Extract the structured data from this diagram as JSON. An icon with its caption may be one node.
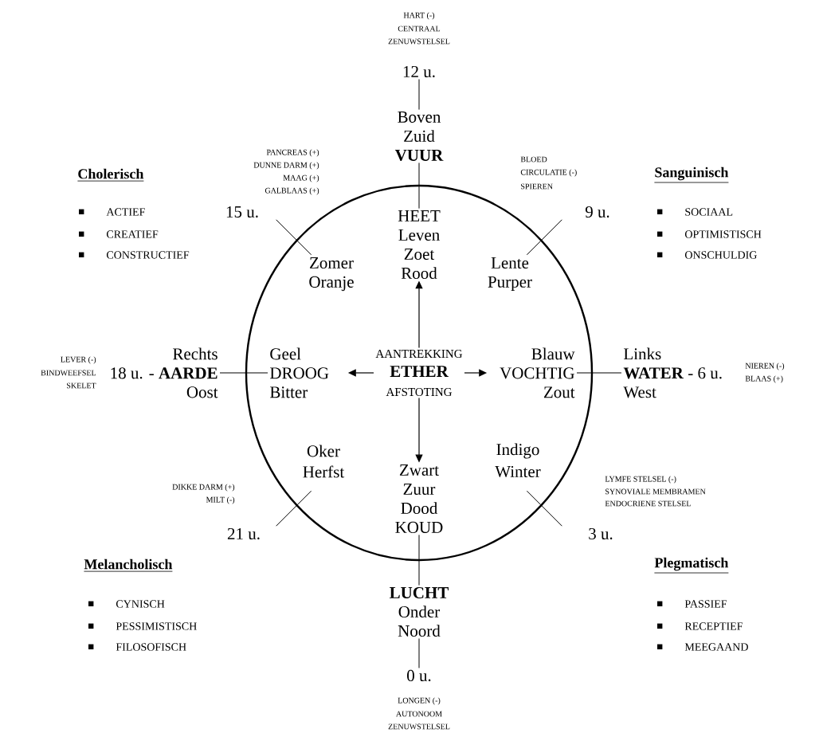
{
  "diagram": {
    "nodes": [
      {
        "text": [],
        "shape": "circle"
      },
      {
        "text": [
          "AANTREKKING",
          "ETHER",
          "AFSTOTING"
        ],
        "in": 0
      },
      {
        "text": [
          "HEET Leven Zoet Rood"
        ],
        "in": 0
      },
      {
        "text": [
          "Geel DROOG Bitter"
        ],
        "in": 0
      },
      {
        "text": [
          "Blauw VOCHTIG Zout"
        ],
        "in": 0
      },
      {
        "text": [
          "Zwart Zuur Dood KOUD"
        ],
        "in": 0
      },
      {
        "text": [
          "12 u."
        ]
      },
      {
        "text": [
          "Boven",
          "Zuid",
          "VUUR"
        ]
      },
      {
        "text": [
          "Rechts",
          "18 u. - **AARDE**",
          "Oost"
        ]
      },
      {
        "text": [
          "Links",
          "**WATER** - 6 u.",
          "West"
        ]
      },
      {
        "text": [
          "LUCHT",
          "Onder",
          "Noord"
        ]
      },
      {
        "text": [
          "0 u."
        ]
      }
    ],
    "edges": [
      {
        "from": 1,
        "to": 2,
        "arrow": "to"
      },
      {
        "from": 1,
        "to": 3,
        "arrow": "to"
      },
      {
        "from": 1,
        "to": 4,
        "arrow": "to"
      },
      {
        "from": 1,
        "to": 5,
        "arrow": "to"
      },
      {
        "from": 6,
        "to": 7,
        "arrow": "none"
      },
      {
        "from": 7,
        "to": 2,
        "arrow": "none"
      },
      {
        "from": 8,
        "to": 3,
        "arrow": "none"
      },
      {
        "from": 4,
        "to": 9,
        "arrow": "none"
      },
      {
        "from": 5,
        "to": 10,
        "arrow": "none"
      },
      {
        "from": 10,
        "to": 11,
        "arrow": "none"
      }
    ],
    "labels": [
      "HART (-)",
      "CENTRAAL",
      "ZENUWSTELSEL",
      "PANCREAS (+)",
      "DUNNE DARM (+)",
      "MAAG (+)",
      "GALBLAAS (+)",
      "BLOED",
      "CIRCULATIE (-)",
      "SPIEREN",
      "Cholerisch",
      "ACTIEF",
      "CREATIEF",
      "CONSTRUCTIEF",
      "15 u.",
      "9 u.",
      "Sanguinisch",
      "SOCIAAL",
      "OPTIMISTISCH",
      "ONSCHULDIG",
      "Zomer",
      "Oranje",
      "Lente",
      "Purper",
      "LEVER (-)",
      "BINDWEEFSEL",
      "SKELET",
      "NIEREN (-)",
      "BLAAS (+)",
      "Oker",
      "Herfst",
      "Indigo",
      "Winter",
      "DIKKE DARM (+)",
      "MILT (-)",
      "LYMFE STELSEL (-)",
      "SYNOVIALE MEMBRAMEN",
      "ENDOCRIENE STELSEL",
      "21 u.",
      "3 u.",
      "Melancholisch",
      "CYNISCH",
      "PESSIMISTISCH",
      "FILOSOFISCH",
      "Plegmatisch",
      "PASSIEF",
      "RECEPTIEF",
      "MEEGAAND",
      "LONGEN (-)",
      "AUTONOOM",
      "ZENUWSTELSEL"
    ]
  }
}
